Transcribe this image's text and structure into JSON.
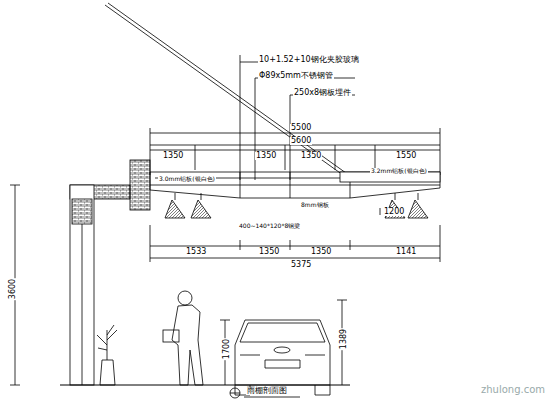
{
  "diagram": {
    "labels": [
      "10+1.52+10钢化夹胶玻璃",
      "Φ89x5mm不锈钢管",
      "250x8钢板埋件",
      "5500",
      "5600",
      "1350",
      "1350",
      "1350",
      "1550",
      "3.0mm铝板(银白色)",
      "3.2mm铝板(银白色)",
      "8mm钢板",
      "400~140*120*8钢梁",
      "1200",
      "1533",
      "1350",
      "1350",
      "1141",
      "5375",
      "3600",
      "1700",
      "1389",
      "雨棚剖面图",
      "zhulong.com"
    ]
  }
}
